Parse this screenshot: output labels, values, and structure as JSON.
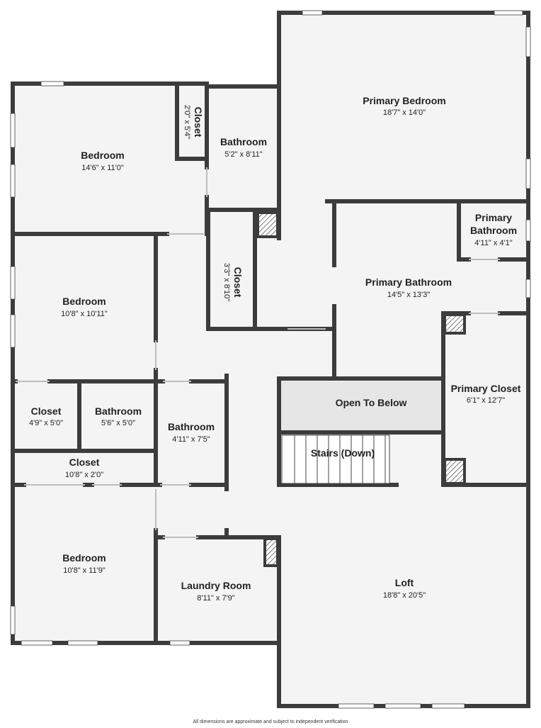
{
  "colors": {
    "wall": "#3c3c3c",
    "floor": "#f4f4f4",
    "open_below": "#e6e6e6",
    "window": "#ffffff"
  },
  "rooms": {
    "primary_bedroom": {
      "name": "Primary Bedroom",
      "dim": "18'7\" x 14'0\""
    },
    "bedroom_1": {
      "name": "Bedroom",
      "dim": "14'6\" x 11'0\""
    },
    "closet_1": {
      "name": "Closet",
      "dim": "2'0\" x 5'4\""
    },
    "bathroom_1": {
      "name": "Bathroom",
      "dim": "5'2\" x 8'11\""
    },
    "primary_bathroom_small": {
      "name_line1": "Primary",
      "name_line2": "Bathroom",
      "dim": "4'11\" x 4'1\""
    },
    "closet_2": {
      "name": "Closet",
      "dim": "3'3\" x 8'10\""
    },
    "primary_bathroom": {
      "name": "Primary Bathroom",
      "dim": "14'5\" x 13'3\""
    },
    "bedroom_2": {
      "name": "Bedroom",
      "dim": "10'8\" x 10'11\""
    },
    "primary_closet": {
      "name": "Primary Closet",
      "dim": "6'1\" x 12'7\""
    },
    "open_to_below": {
      "name": "Open To Below"
    },
    "closet_3": {
      "name": "Closet",
      "dim": "4'9\" x 5'0\""
    },
    "bathroom_2": {
      "name": "Bathroom",
      "dim": "5'6\" x 5'0\""
    },
    "bathroom_3": {
      "name": "Bathroom",
      "dim": "4'11\" x 7'5\""
    },
    "stairs": {
      "name": "Stairs (Down)"
    },
    "closet_4": {
      "name": "Closet",
      "dim": "10'8\" x 2'0\""
    },
    "bedroom_3": {
      "name": "Bedroom",
      "dim": "10'8\" x 11'9\""
    },
    "laundry": {
      "name": "Laundry Room",
      "dim": "8'11\" x 7'9\""
    },
    "loft": {
      "name": "Loft",
      "dim": "18'8\" x 20'5\""
    }
  },
  "footer": "All dimensions are approximate and subject to independent verification"
}
